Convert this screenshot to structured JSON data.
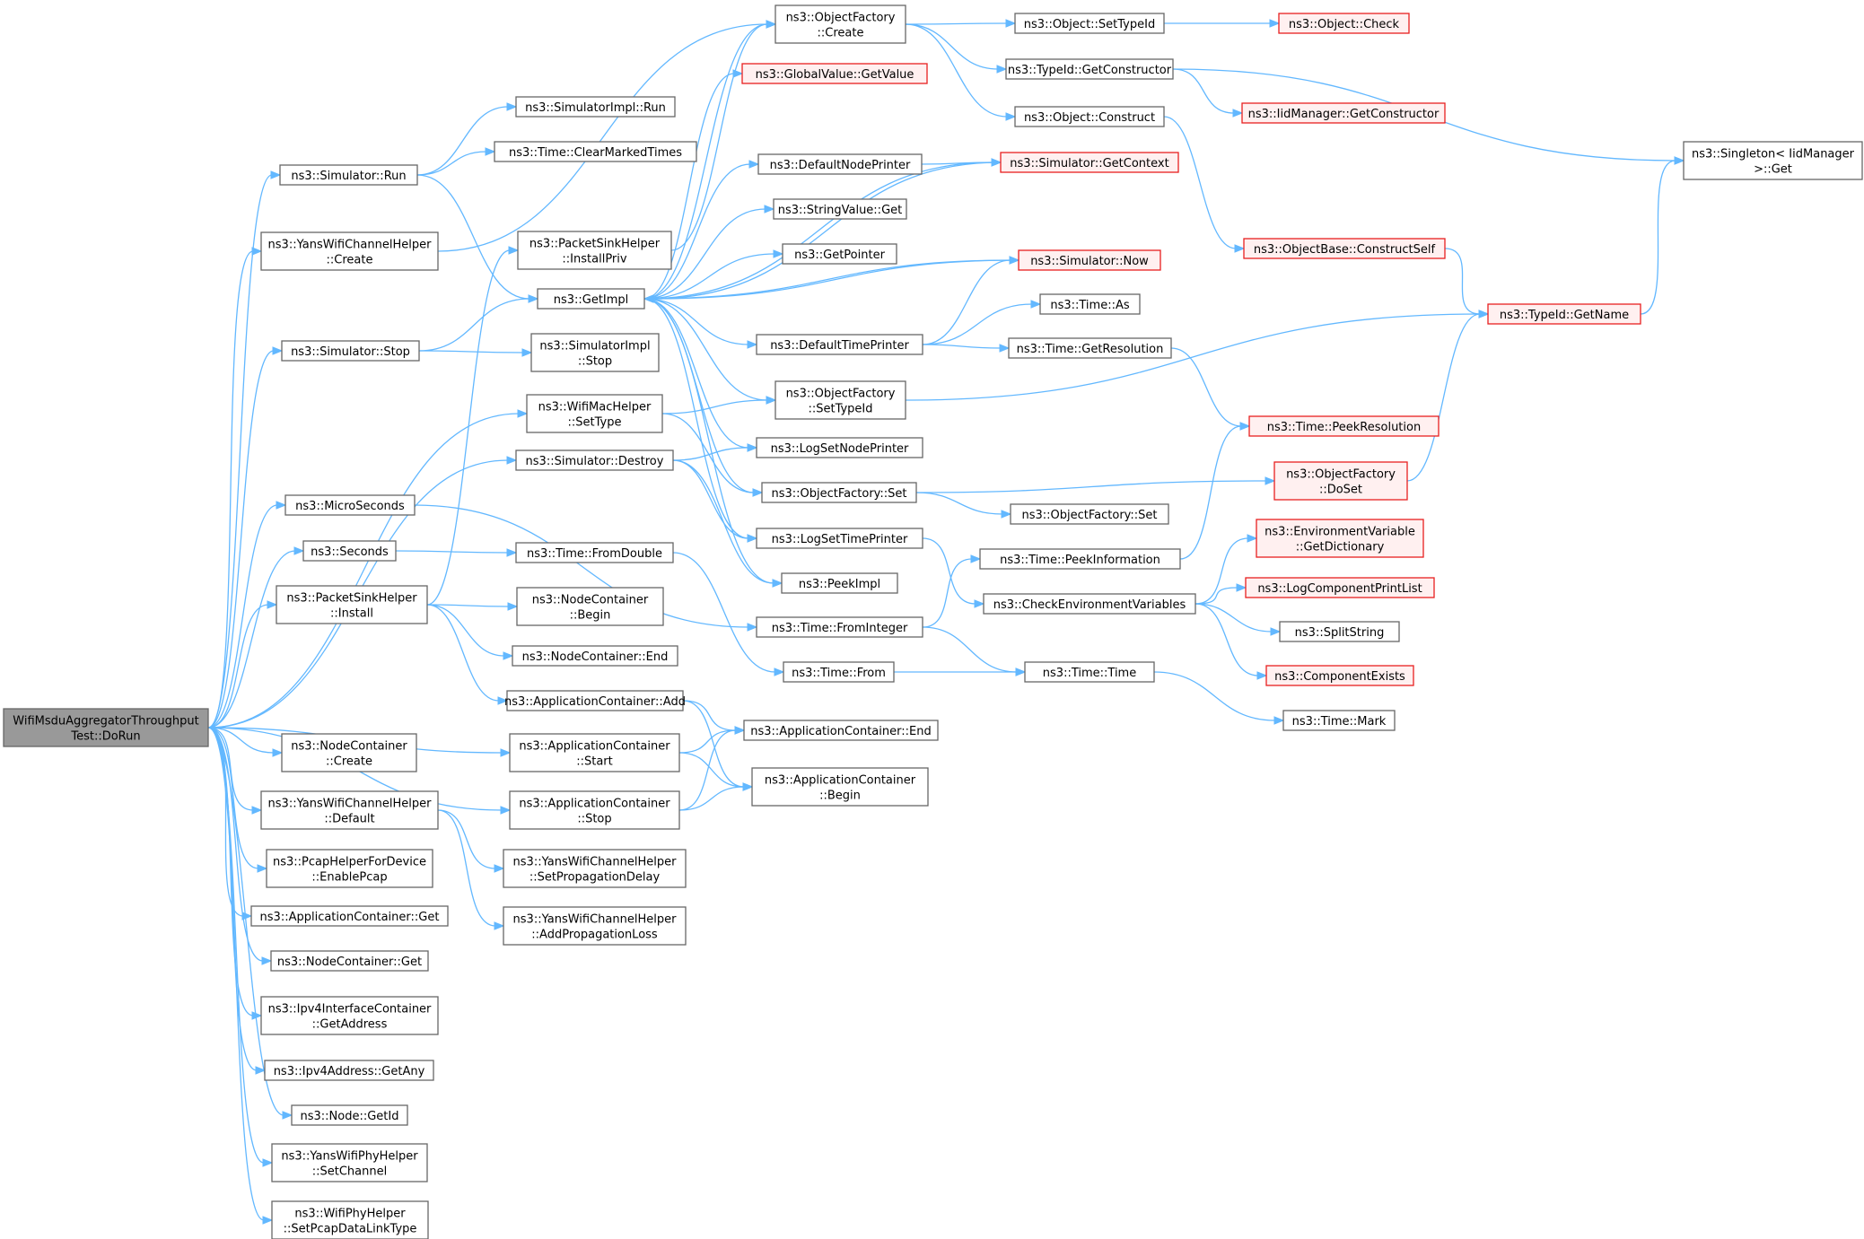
{
  "colors": {
    "edge": "#63b8ff",
    "node_border": "#666666",
    "truncated_border": "#e82020",
    "truncated_fill": "#fff0f0",
    "root_fill": "#999999"
  },
  "nodes": [
    {
      "id": "root",
      "lines": [
        "WifiMsduAggregatorThroughput",
        "Test::DoRun"
      ],
      "style": "root"
    },
    {
      "id": "simRun",
      "lines": [
        "ns3::Simulator::Run"
      ],
      "style": "normal"
    },
    {
      "id": "yansCreate",
      "lines": [
        "ns3::YansWifiChannelHelper",
        "::Create"
      ],
      "style": "normal"
    },
    {
      "id": "simStop",
      "lines": [
        "ns3::Simulator::Stop"
      ],
      "style": "normal"
    },
    {
      "id": "microSeconds",
      "lines": [
        "ns3::MicroSeconds"
      ],
      "style": "normal"
    },
    {
      "id": "seconds",
      "lines": [
        "ns3::Seconds"
      ],
      "style": "normal"
    },
    {
      "id": "psInstall",
      "lines": [
        "ns3::PacketSinkHelper",
        "::Install"
      ],
      "style": "normal"
    },
    {
      "id": "ncCreate",
      "lines": [
        "ns3::NodeContainer",
        "::Create"
      ],
      "style": "normal"
    },
    {
      "id": "yansDefault",
      "lines": [
        "ns3::YansWifiChannelHelper",
        "::Default"
      ],
      "style": "normal"
    },
    {
      "id": "pcapEnable",
      "lines": [
        "ns3::PcapHelperForDevice",
        "::EnablePcap"
      ],
      "style": "normal"
    },
    {
      "id": "acGet",
      "lines": [
        "ns3::ApplicationContainer::Get"
      ],
      "style": "normal"
    },
    {
      "id": "ncGet",
      "lines": [
        "ns3::NodeContainer::Get"
      ],
      "style": "normal"
    },
    {
      "id": "ipv4GetAddr",
      "lines": [
        "ns3::Ipv4InterfaceContainer",
        "::GetAddress"
      ],
      "style": "normal"
    },
    {
      "id": "ipv4GetAny",
      "lines": [
        "ns3::Ipv4Address::GetAny"
      ],
      "style": "normal"
    },
    {
      "id": "nodeGetId",
      "lines": [
        "ns3::Node::GetId"
      ],
      "style": "normal"
    },
    {
      "id": "yansPhySetCh",
      "lines": [
        "ns3::YansWifiPhyHelper",
        "::SetChannel"
      ],
      "style": "normal"
    },
    {
      "id": "wifiPhyPcap",
      "lines": [
        "ns3::WifiPhyHelper",
        "::SetPcapDataLinkType"
      ],
      "style": "normal"
    },
    {
      "id": "simImplRun",
      "lines": [
        "ns3::SimulatorImpl::Run"
      ],
      "style": "normal"
    },
    {
      "id": "timeClear",
      "lines": [
        "ns3::Time::ClearMarkedTimes"
      ],
      "style": "normal"
    },
    {
      "id": "psInstallPriv",
      "lines": [
        "ns3::PacketSinkHelper",
        "::InstallPriv"
      ],
      "style": "normal"
    },
    {
      "id": "getImpl",
      "lines": [
        "ns3::GetImpl"
      ],
      "style": "normal"
    },
    {
      "id": "simImplStop",
      "lines": [
        "ns3::SimulatorImpl",
        "::Stop"
      ],
      "style": "normal"
    },
    {
      "id": "wmacSetType",
      "lines": [
        "ns3::WifiMacHelper",
        "::SetType"
      ],
      "style": "normal"
    },
    {
      "id": "simDestroy",
      "lines": [
        "ns3::Simulator::Destroy"
      ],
      "style": "normal"
    },
    {
      "id": "timeFromDouble",
      "lines": [
        "ns3::Time::FromDouble"
      ],
      "style": "normal"
    },
    {
      "id": "ncBegin",
      "lines": [
        "ns3::NodeContainer",
        "::Begin"
      ],
      "style": "normal"
    },
    {
      "id": "ncEnd",
      "lines": [
        "ns3::NodeContainer::End"
      ],
      "style": "normal"
    },
    {
      "id": "acAdd",
      "lines": [
        "ns3::ApplicationContainer::Add"
      ],
      "style": "normal"
    },
    {
      "id": "acStart",
      "lines": [
        "ns3::ApplicationContainer",
        "::Start"
      ],
      "style": "normal"
    },
    {
      "id": "acStop",
      "lines": [
        "ns3::ApplicationContainer",
        "::Stop"
      ],
      "style": "normal"
    },
    {
      "id": "yansSetProp",
      "lines": [
        "ns3::YansWifiChannelHelper",
        "::SetPropagationDelay"
      ],
      "style": "normal"
    },
    {
      "id": "yansAddProp",
      "lines": [
        "ns3::YansWifiChannelHelper",
        "::AddPropagationLoss"
      ],
      "style": "normal"
    },
    {
      "id": "ofCreate",
      "lines": [
        "ns3::ObjectFactory",
        "::Create"
      ],
      "style": "normal"
    },
    {
      "id": "gvGetValue",
      "lines": [
        "ns3::GlobalValue::GetValue"
      ],
      "style": "truncated"
    },
    {
      "id": "defNodePrinter",
      "lines": [
        "ns3::DefaultNodePrinter"
      ],
      "style": "normal"
    },
    {
      "id": "stringValueGet",
      "lines": [
        "ns3::StringValue::Get"
      ],
      "style": "normal"
    },
    {
      "id": "getPointer",
      "lines": [
        "ns3::GetPointer"
      ],
      "style": "normal"
    },
    {
      "id": "defTimePrinter",
      "lines": [
        "ns3::DefaultTimePrinter"
      ],
      "style": "normal"
    },
    {
      "id": "ofSetTypeId",
      "lines": [
        "ns3::ObjectFactory",
        "::SetTypeId"
      ],
      "style": "normal"
    },
    {
      "id": "logSetNodePrinter",
      "lines": [
        "ns3::LogSetNodePrinter"
      ],
      "style": "normal"
    },
    {
      "id": "ofSet",
      "lines": [
        "ns3::ObjectFactory::Set"
      ],
      "style": "normal"
    },
    {
      "id": "logSetTimePrinter",
      "lines": [
        "ns3::LogSetTimePrinter"
      ],
      "style": "normal"
    },
    {
      "id": "peekImpl",
      "lines": [
        "ns3::PeekImpl"
      ],
      "style": "normal"
    },
    {
      "id": "timeFromInteger",
      "lines": [
        "ns3::Time::FromInteger"
      ],
      "style": "normal"
    },
    {
      "id": "timeFrom",
      "lines": [
        "ns3::Time::From"
      ],
      "style": "normal"
    },
    {
      "id": "acEnd",
      "lines": [
        "ns3::ApplicationContainer::End"
      ],
      "style": "normal"
    },
    {
      "id": "acBegin",
      "lines": [
        "ns3::ApplicationContainer",
        "::Begin"
      ],
      "style": "normal"
    },
    {
      "id": "objSetTypeId",
      "lines": [
        "ns3::Object::SetTypeId"
      ],
      "style": "normal"
    },
    {
      "id": "typeIdGetCtor",
      "lines": [
        "ns3::TypeId::GetConstructor"
      ],
      "style": "normal"
    },
    {
      "id": "objConstruct",
      "lines": [
        "ns3::Object::Construct"
      ],
      "style": "normal"
    },
    {
      "id": "simGetContext",
      "lines": [
        "ns3::Simulator::GetContext"
      ],
      "style": "truncated"
    },
    {
      "id": "simNow",
      "lines": [
        "ns3::Simulator::Now"
      ],
      "style": "truncated"
    },
    {
      "id": "timeAs",
      "lines": [
        "ns3::Time::As"
      ],
      "style": "normal"
    },
    {
      "id": "timeGetRes",
      "lines": [
        "ns3::Time::GetResolution"
      ],
      "style": "normal"
    },
    {
      "id": "ofSet2",
      "lines": [
        "ns3::ObjectFactory::Set"
      ],
      "style": "normal"
    },
    {
      "id": "timePeekInfo",
      "lines": [
        "ns3::Time::PeekInformation"
      ],
      "style": "normal"
    },
    {
      "id": "checkEnvVars",
      "lines": [
        "ns3::CheckEnvironmentVariables"
      ],
      "style": "normal"
    },
    {
      "id": "timeTime",
      "lines": [
        "ns3::Time::Time"
      ],
      "style": "normal"
    },
    {
      "id": "objCheck",
      "lines": [
        "ns3::Object::Check"
      ],
      "style": "truncated"
    },
    {
      "id": "iidGetCtor",
      "lines": [
        "ns3::IidManager::GetConstructor"
      ],
      "style": "truncated"
    },
    {
      "id": "obConstructSelf",
      "lines": [
        "ns3::ObjectBase::ConstructSelf"
      ],
      "style": "truncated"
    },
    {
      "id": "typeIdGetName",
      "lines": [
        "ns3::TypeId::GetName"
      ],
      "style": "truncated"
    },
    {
      "id": "timePeekRes",
      "lines": [
        "ns3::Time::PeekResolution"
      ],
      "style": "truncated"
    },
    {
      "id": "ofDoSet",
      "lines": [
        "ns3::ObjectFactory",
        "::DoSet"
      ],
      "style": "truncated"
    },
    {
      "id": "envGetDict",
      "lines": [
        "ns3::EnvironmentVariable",
        "::GetDictionary"
      ],
      "style": "truncated"
    },
    {
      "id": "logCompPrint",
      "lines": [
        "ns3::LogComponentPrintList"
      ],
      "style": "truncated"
    },
    {
      "id": "splitString",
      "lines": [
        "ns3::SplitString"
      ],
      "style": "normal"
    },
    {
      "id": "compExists",
      "lines": [
        "ns3::ComponentExists"
      ],
      "style": "truncated"
    },
    {
      "id": "timeMark",
      "lines": [
        "ns3::Time::Mark"
      ],
      "style": "normal"
    },
    {
      "id": "singletonGet",
      "lines": [
        "ns3::Singleton< IidManager",
        ">::Get"
      ],
      "style": "normal"
    }
  ],
  "edges": [
    [
      "root",
      "simRun"
    ],
    [
      "root",
      "yansCreate"
    ],
    [
      "root",
      "simStop"
    ],
    [
      "root",
      "wmacSetType"
    ],
    [
      "root",
      "simDestroy"
    ],
    [
      "root",
      "microSeconds"
    ],
    [
      "root",
      "seconds"
    ],
    [
      "root",
      "psInstall"
    ],
    [
      "root",
      "acStart"
    ],
    [
      "root",
      "acStop"
    ],
    [
      "root",
      "ncCreate"
    ],
    [
      "root",
      "yansDefault"
    ],
    [
      "root",
      "pcapEnable"
    ],
    [
      "root",
      "acGet"
    ],
    [
      "root",
      "ncGet"
    ],
    [
      "root",
      "ipv4GetAddr"
    ],
    [
      "root",
      "ipv4GetAny"
    ],
    [
      "root",
      "nodeGetId"
    ],
    [
      "root",
      "yansPhySetCh"
    ],
    [
      "root",
      "wifiPhyPcap"
    ],
    [
      "simRun",
      "simImplRun"
    ],
    [
      "simRun",
      "timeClear"
    ],
    [
      "simRun",
      "getImpl"
    ],
    [
      "yansCreate",
      "ofCreate"
    ],
    [
      "simStop",
      "getImpl"
    ],
    [
      "simStop",
      "simImplStop"
    ],
    [
      "microSeconds",
      "timeFromInteger"
    ],
    [
      "seconds",
      "timeFromDouble"
    ],
    [
      "psInstall",
      "psInstallPriv"
    ],
    [
      "psInstall",
      "ncBegin"
    ],
    [
      "psInstall",
      "ncEnd"
    ],
    [
      "psInstall",
      "acAdd"
    ],
    [
      "psInstallPriv",
      "ofCreate"
    ],
    [
      "yansDefault",
      "yansSetProp"
    ],
    [
      "yansDefault",
      "yansAddProp"
    ],
    [
      "getImpl",
      "ofCreate"
    ],
    [
      "getImpl",
      "gvGetValue"
    ],
    [
      "getImpl",
      "simGetContext"
    ],
    [
      "getImpl",
      "defNodePrinter"
    ],
    [
      "getImpl",
      "stringValueGet"
    ],
    [
      "getImpl",
      "getPointer"
    ],
    [
      "getImpl",
      "simNow"
    ],
    [
      "getImpl",
      "defTimePrinter"
    ],
    [
      "getImpl",
      "ofSetTypeId"
    ],
    [
      "getImpl",
      "logSetNodePrinter"
    ],
    [
      "getImpl",
      "ofSet"
    ],
    [
      "getImpl",
      "logSetTimePrinter"
    ],
    [
      "getImpl",
      "peekImpl"
    ],
    [
      "wmacSetType",
      "ofSetTypeId"
    ],
    [
      "wmacSetType",
      "ofSet"
    ],
    [
      "simDestroy",
      "logSetNodePrinter"
    ],
    [
      "simDestroy",
      "logSetTimePrinter"
    ],
    [
      "simDestroy",
      "peekImpl"
    ],
    [
      "timeFromDouble",
      "timeFrom"
    ],
    [
      "acAdd",
      "acEnd"
    ],
    [
      "acAdd",
      "acBegin"
    ],
    [
      "acStart",
      "acEnd"
    ],
    [
      "acStart",
      "acBegin"
    ],
    [
      "acStop",
      "acEnd"
    ],
    [
      "acStop",
      "acBegin"
    ],
    [
      "ofCreate",
      "objSetTypeId"
    ],
    [
      "ofCreate",
      "typeIdGetCtor"
    ],
    [
      "ofCreate",
      "objConstruct"
    ],
    [
      "defNodePrinter",
      "simGetContext"
    ],
    [
      "defTimePrinter",
      "simNow"
    ],
    [
      "defTimePrinter",
      "timeAs"
    ],
    [
      "defTimePrinter",
      "timeGetRes"
    ],
    [
      "ofSetTypeId",
      "typeIdGetName"
    ],
    [
      "ofSet",
      "ofDoSet"
    ],
    [
      "ofSet",
      "ofSet2"
    ],
    [
      "logSetTimePrinter",
      "checkEnvVars"
    ],
    [
      "timeFromInteger",
      "timePeekInfo"
    ],
    [
      "timeFromInteger",
      "timeTime"
    ],
    [
      "timeFrom",
      "timeTime"
    ],
    [
      "objSetTypeId",
      "objCheck"
    ],
    [
      "typeIdGetCtor",
      "iidGetCtor"
    ],
    [
      "typeIdGetCtor",
      "singletonGet"
    ],
    [
      "objConstruct",
      "obConstructSelf"
    ],
    [
      "timeGetRes",
      "timePeekRes"
    ],
    [
      "timePeekInfo",
      "timePeekRes"
    ],
    [
      "checkEnvVars",
      "envGetDict"
    ],
    [
      "checkEnvVars",
      "logCompPrint"
    ],
    [
      "checkEnvVars",
      "splitString"
    ],
    [
      "checkEnvVars",
      "compExists"
    ],
    [
      "timeTime",
      "timeMark"
    ],
    [
      "obConstructSelf",
      "typeIdGetName"
    ],
    [
      "ofDoSet",
      "typeIdGetName"
    ],
    [
      "typeIdGetName",
      "singletonGet"
    ],
    [
      "simGetContext",
      "getImpl"
    ],
    [
      "simNow",
      "getImpl"
    ]
  ]
}
